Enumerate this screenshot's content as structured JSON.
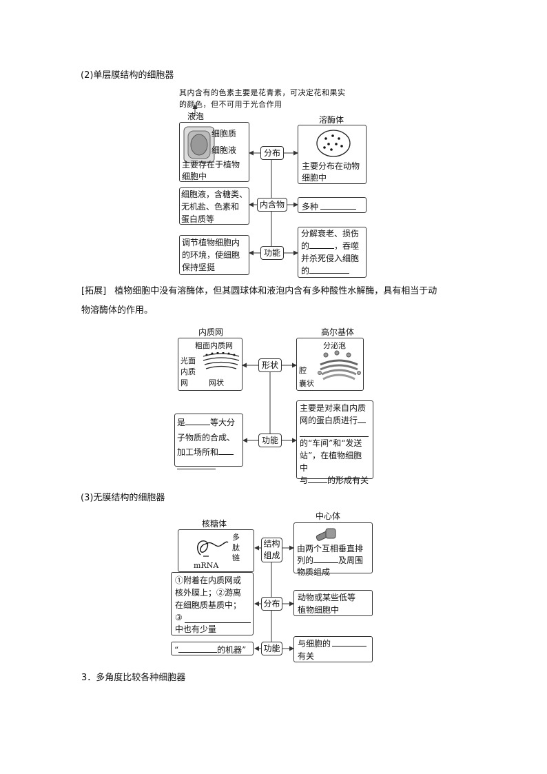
{
  "section2": {
    "heading": "(2)单层膜结构的细胞器",
    "note_line1": "其内含有的色素主要是花青素，可决定花和果实",
    "note_line2": "的颜色，但不可用于光合作用",
    "vacuole": {
      "title": "液泡",
      "label_cytoplasm": "细胞质",
      "label_cell_sap": "细胞液",
      "dist_line1": "主要存在于植物",
      "dist_line2": "细胞中",
      "content_line1": "细胞液，含糖类、",
      "content_line2": "无机盐、色素和",
      "content_line3": "蛋白质等",
      "func_line1": "调节植物细胞内",
      "func_line2": "的环境，使细胞",
      "func_line3": "保持坚挺"
    },
    "center": {
      "distribution": "分布",
      "contents": "内含物",
      "function": "功能"
    },
    "lysosome": {
      "title": "溶酶体",
      "dist_line1": "主要分布在动物",
      "dist_line2": "细胞中",
      "content": "多种",
      "func_line1": "分解衰老、损伤",
      "func_line2a": "的",
      "func_line2b": "，吞噬",
      "func_line3": "并杀死侵入细胞",
      "func_line4": "的"
    }
  },
  "expansion": {
    "tag": "[拓展]",
    "line1": "植物细胞中没有溶酶体，但其圆球体和液泡内含有多种酸性水解酶，具有相当于动",
    "line2": "物溶酶体的作用。"
  },
  "er_golgi": {
    "er_title": "内质网",
    "rough_er": "粗面内质网",
    "smooth1": "光面",
    "smooth2": "内质",
    "smooth3": "网",
    "reticular": "网状",
    "golgi_title": "高尔基体",
    "secretory": "分泌泡",
    "cavity1": "腔",
    "cavity2": "囊状",
    "shape": "形状",
    "function": "功能",
    "er_func_1a": "是",
    "er_func_1b": "等大分",
    "er_func_2": "子物质的合成、",
    "er_func_3": "加工场所和",
    "golgi_func_1": "主要是对来自内质",
    "golgi_func_2": "网的蛋白质进行",
    "golgi_func_4": "的“车间”和“发送",
    "golgi_func_5": "站”，在植物细胞中",
    "golgi_func_6a": "与",
    "golgi_func_6b": "的形成有关"
  },
  "section3": {
    "heading": "(3)无膜结构的细胞器",
    "ribosome_title": "核糖体",
    "peptide1": "多",
    "peptide2": "肽",
    "peptide3": "链",
    "mrna": "mRNA",
    "centrosome_title": "中心体",
    "structure1": "结构",
    "structure2": "组成",
    "distribution": "分布",
    "function": "功能",
    "cent_struct_1": "由两个互相垂直排",
    "cent_struct_2a": "列的",
    "cent_struct_2b": "及周围",
    "cent_struct_3": "物质组成",
    "rib_dist_1": "①附着在内质网或",
    "rib_dist_2": "核外膜上；②游离",
    "rib_dist_3": "在细胞质基质中；",
    "rib_dist_4": "③",
    "rib_dist_5": "中也有少量",
    "cent_dist_1": "动物或某些低等",
    "cent_dist_2": "植物细胞中",
    "rib_func_a": "“",
    "rib_func_b": "的机器”",
    "cent_func_1": "与细胞的",
    "cent_func_2": "有关"
  },
  "item3": {
    "heading": "3．多角度比较各种细胞器"
  }
}
